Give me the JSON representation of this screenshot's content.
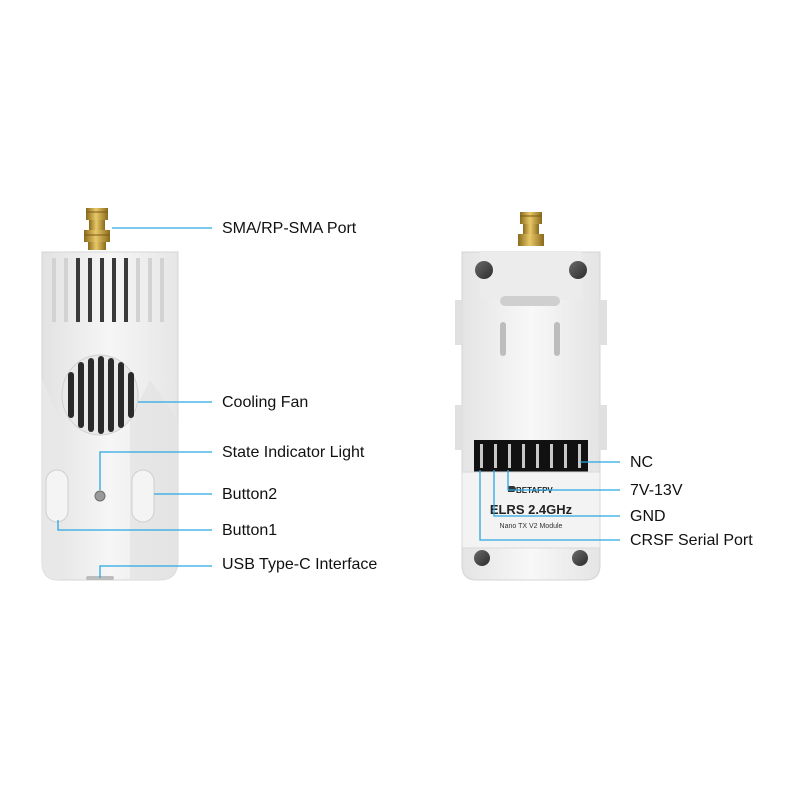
{
  "front_view": {
    "callouts": [
      {
        "id": "sma-port",
        "label": "SMA/RP-SMA Port"
      },
      {
        "id": "cooling-fan",
        "label": "Cooling Fan"
      },
      {
        "id": "state-indicator-light",
        "label": "State Indicator Light"
      },
      {
        "id": "button2",
        "label": "Button2"
      },
      {
        "id": "button1",
        "label": "Button1"
      },
      {
        "id": "usb-type-c",
        "label": "USB Type-C Interface"
      }
    ]
  },
  "back_view": {
    "brand": "BETAFPV",
    "model": "ELRS 2.4GHz",
    "module_name": "Nano TX V2 Module",
    "callouts": [
      {
        "id": "nc",
        "label": "NC"
      },
      {
        "id": "power",
        "label": "7V-13V"
      },
      {
        "id": "gnd",
        "label": "GND"
      },
      {
        "id": "crsf",
        "label": "CRSF Serial Port"
      }
    ]
  },
  "colors": {
    "leader_line": "#2aa7e0",
    "body": "#f1f1f1",
    "body_shadow": "#d9d9d9",
    "antenna_gold": "#c9a23a",
    "vent_dark": "#2a2a2a",
    "pin_black": "#1a1a1a"
  }
}
